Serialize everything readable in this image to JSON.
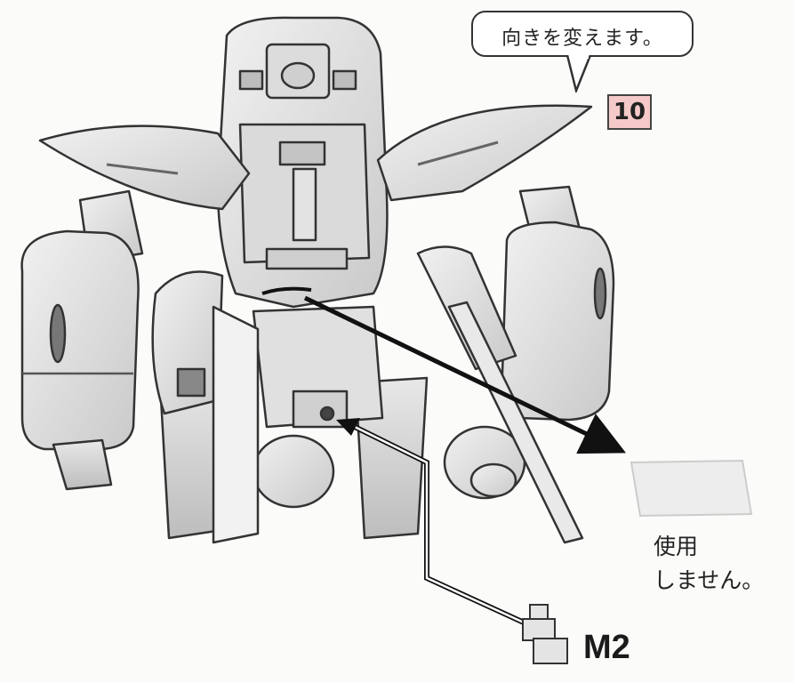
{
  "instruction": {
    "bubble_text": "向きを変えます。",
    "step_number": "10"
  },
  "unused_part": {
    "label_line1": "使用",
    "label_line2": "しません。"
  },
  "part": {
    "label": "M2"
  },
  "colors": {
    "step_box_fill": "#f6c9c9",
    "line_art": "#333333",
    "robot_fill": "#e6e6e6"
  }
}
